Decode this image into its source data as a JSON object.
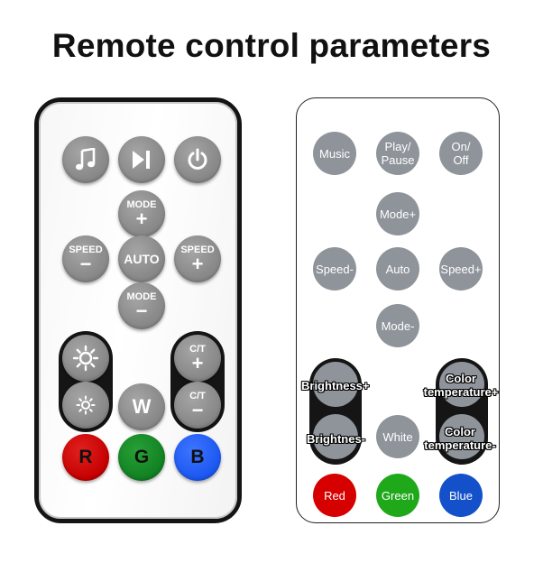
{
  "title": "Remote control parameters",
  "remote": {
    "icons": {
      "music": "music-note-icon",
      "play_pause": "play-pause-icon",
      "power": "power-icon",
      "brightness_up": "sun-large-icon",
      "brightness_down": "sun-small-icon"
    },
    "mode_word": "MODE",
    "speed_word": "SPEED",
    "plus": "+",
    "minus": "−",
    "auto": "AUTO",
    "ct_word": "C/T",
    "white": "W",
    "red": "R",
    "green": "G",
    "blue": "B"
  },
  "diagram": {
    "music": "Music",
    "play_pause": "Play/\nPause",
    "on_off": "On/\nOff",
    "mode_plus": "Mode+",
    "speed_minus": "Speed-",
    "auto": "Auto",
    "speed_plus": "Speed+",
    "mode_minus": "Mode-",
    "brightness_plus": "Brightness+",
    "brightness_minus": "Brightnes-",
    "white": "White",
    "color_temp_plus": "Color\ntemperature+",
    "color_temp_minus": "Color\ntemperature-",
    "red": "Red",
    "green": "Green",
    "blue": "Blue"
  },
  "colors": {
    "button_gray": "#8f949b",
    "red": "#d60000",
    "green": "#1fa81a",
    "blue": "#1350c9"
  }
}
